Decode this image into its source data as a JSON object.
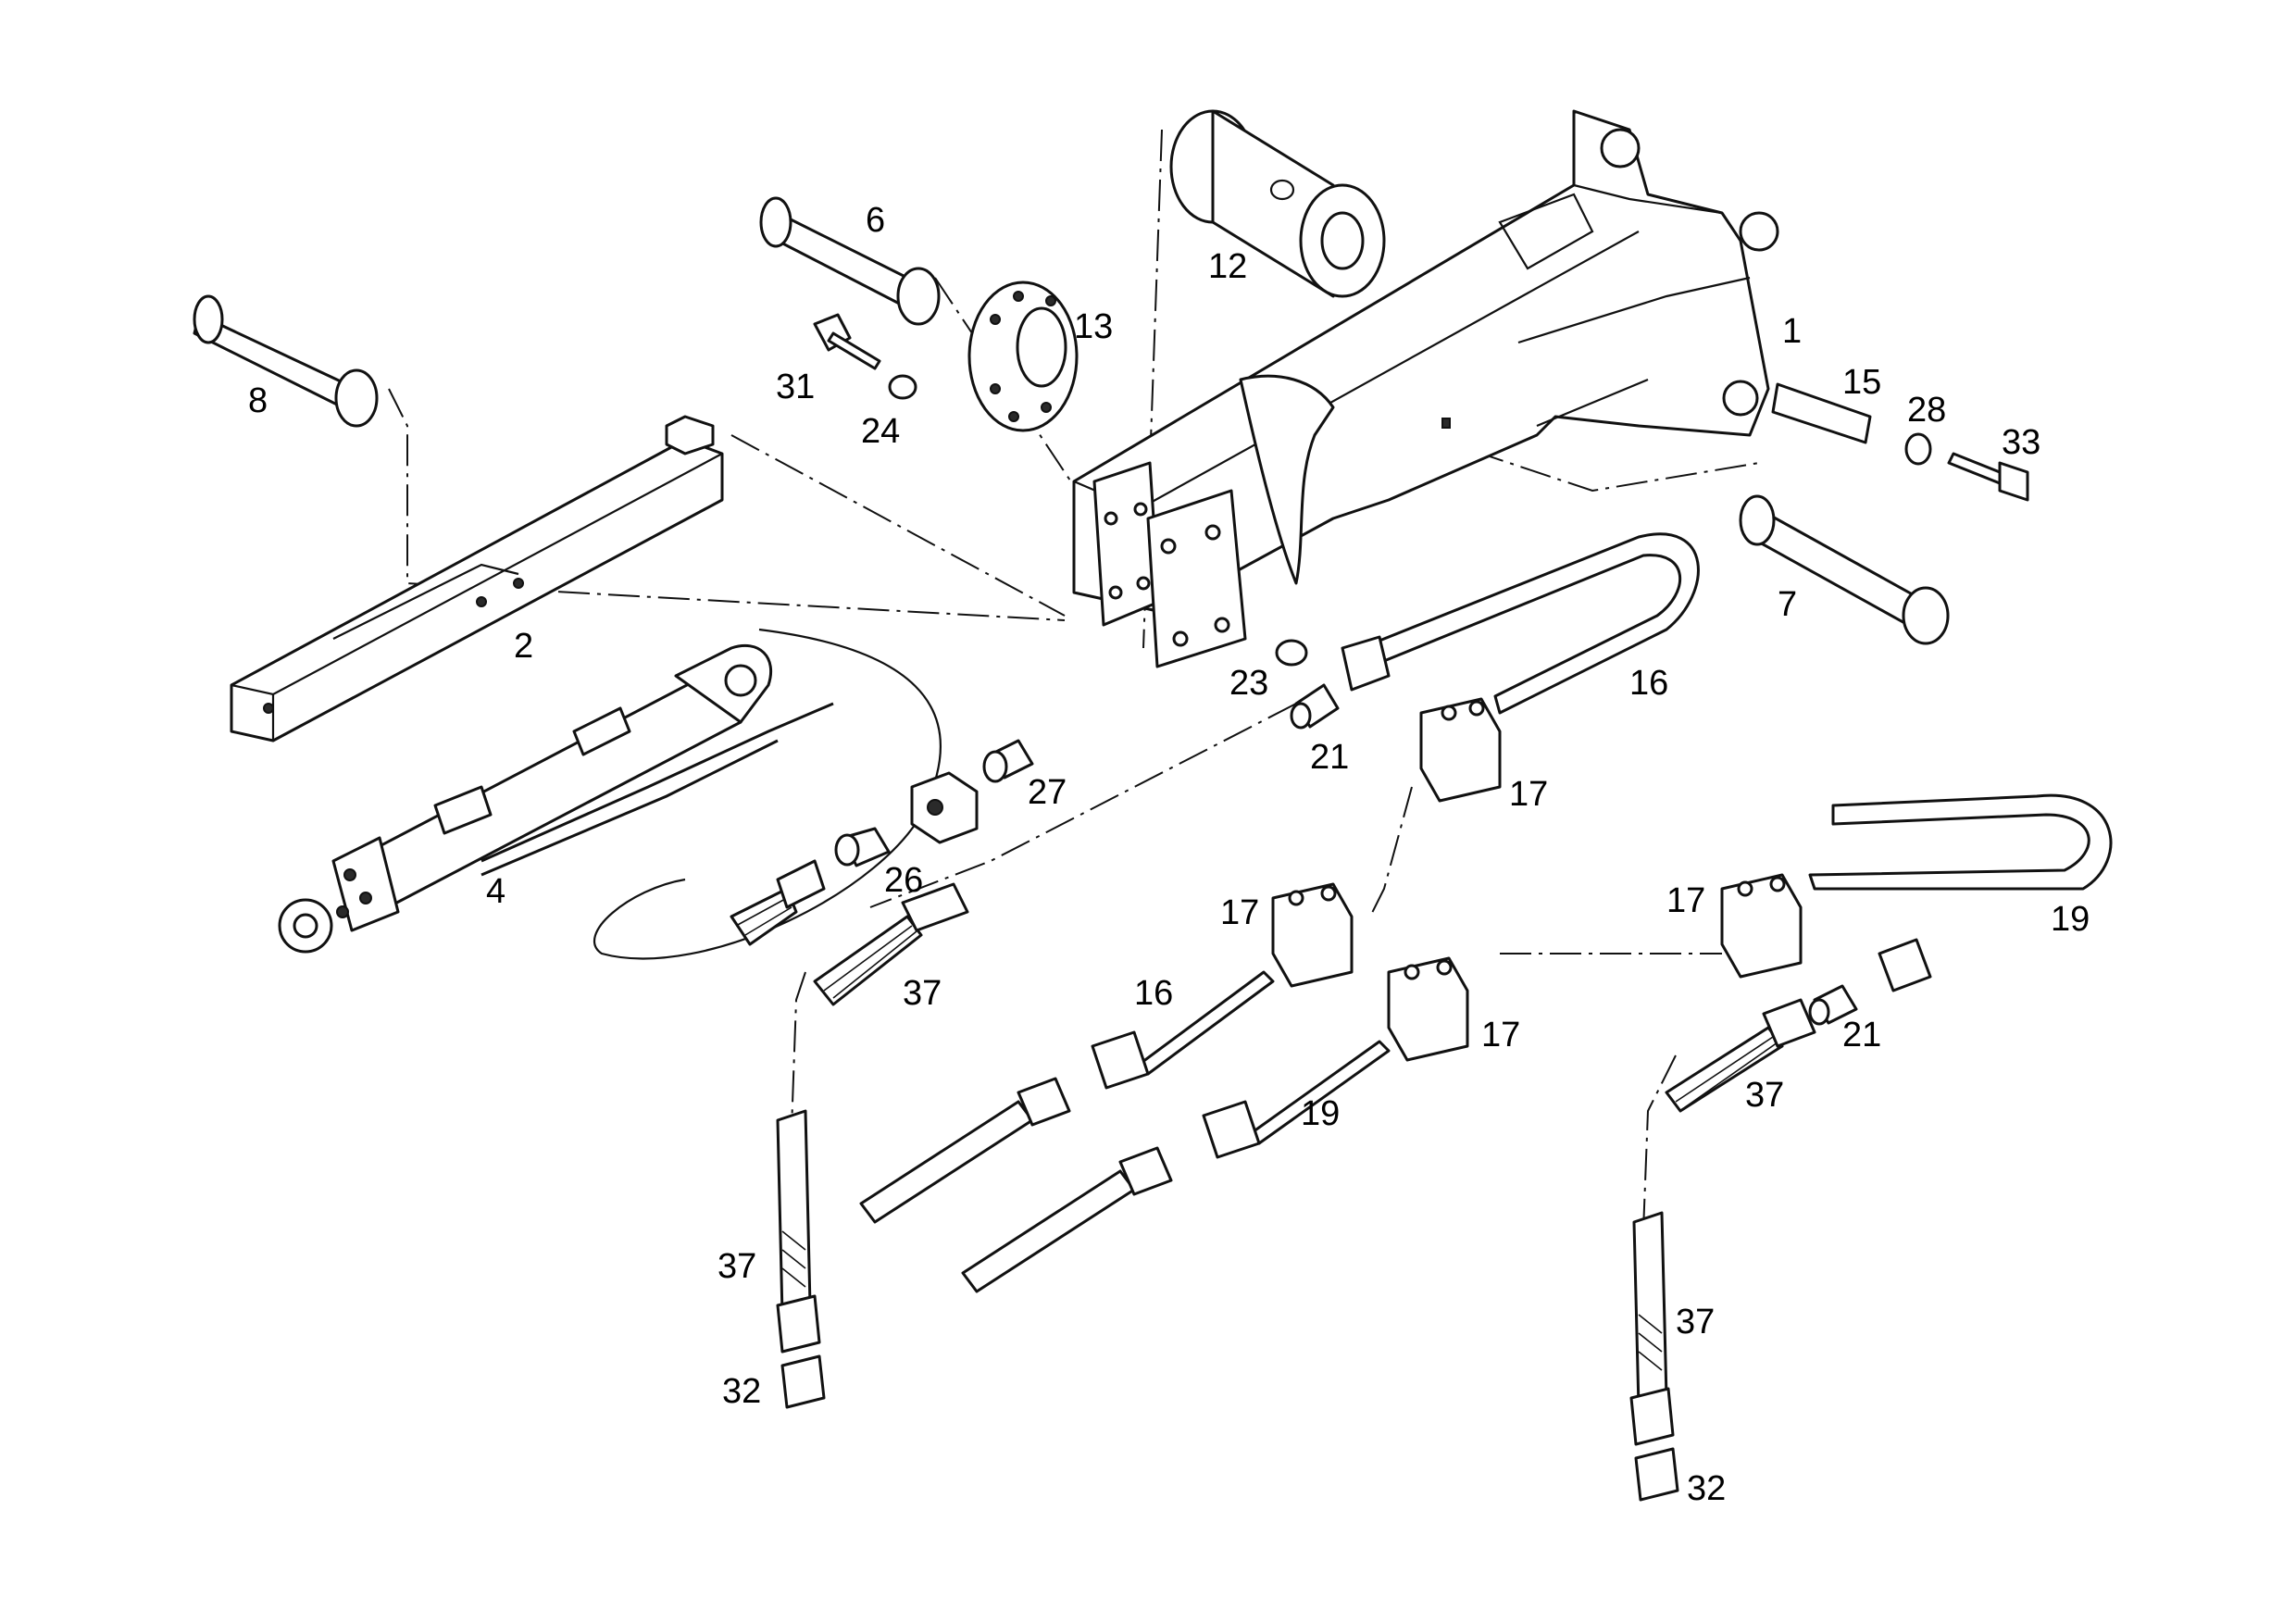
{
  "callouts": {
    "c1": "1",
    "c2": "2",
    "c4": "4",
    "c6": "6",
    "c7": "7",
    "c8": "8",
    "c12": "12",
    "c13": "13",
    "c15": "15",
    "c16a": "16",
    "c16b": "16",
    "c17a": "17",
    "c17b": "17",
    "c17c": "17",
    "c17d": "17",
    "c19a": "19",
    "c19b": "19",
    "c21a": "21",
    "c21b": "21",
    "c23": "23",
    "c24": "24",
    "c26": "26",
    "c27": "27",
    "c28": "28",
    "c31": "31",
    "c32a": "32",
    "c32b": "32",
    "c33": "33",
    "c37a": "37",
    "c37b": "37",
    "c37c": "37",
    "c37d": "37"
  }
}
